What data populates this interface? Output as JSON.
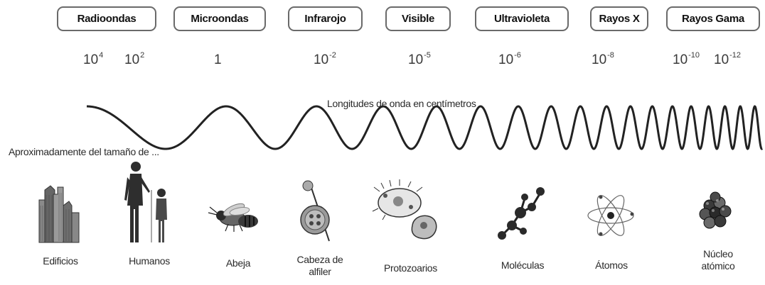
{
  "bands": [
    {
      "label": "Radioondas"
    },
    {
      "label": "Microondas"
    },
    {
      "label": "Infrarojo"
    },
    {
      "label": "Visible"
    },
    {
      "label": "Ultravioleta"
    },
    {
      "label": "Rayos X"
    },
    {
      "label": "Rayos Gama"
    }
  ],
  "wavelengths": [
    {
      "base": "10",
      "exp": "4"
    },
    {
      "base": "10",
      "exp": "2"
    },
    {
      "base": "1",
      "exp": ""
    },
    {
      "base": "10",
      "exp": "-2"
    },
    {
      "base": "10",
      "exp": "-5"
    },
    {
      "base": "10",
      "exp": "-6"
    },
    {
      "base": "10",
      "exp": "-8"
    },
    {
      "base": "10",
      "exp": "-10"
    },
    {
      "base": "10",
      "exp": "-12"
    }
  ],
  "axis_label": "Longitudes de onda en centímetros",
  "size_label": "Aproximadamente del tamaño de ...",
  "objects": [
    {
      "icon": "buildings-icon",
      "caption_lines": [
        "Edificios"
      ]
    },
    {
      "icon": "humans-icon",
      "caption_lines": [
        "Humanos"
      ]
    },
    {
      "icon": "bee-icon",
      "caption_lines": [
        "Abeja"
      ]
    },
    {
      "icon": "pinhead-icon",
      "caption_lines": [
        "Cabeza de",
        "alfiler"
      ]
    },
    {
      "icon": "protozoa-icon",
      "caption_lines": [
        "Protozoarios"
      ]
    },
    {
      "icon": "molecules-icon",
      "caption_lines": [
        "Moléculas"
      ]
    },
    {
      "icon": "atom-icon",
      "caption_lines": [
        "Átomos"
      ]
    },
    {
      "icon": "nucleus-icon",
      "caption_lines": [
        "Núcleo",
        "atómico"
      ]
    }
  ],
  "colors": {
    "ink": "#2a2a2a",
    "border": "#6a6a6a"
  }
}
